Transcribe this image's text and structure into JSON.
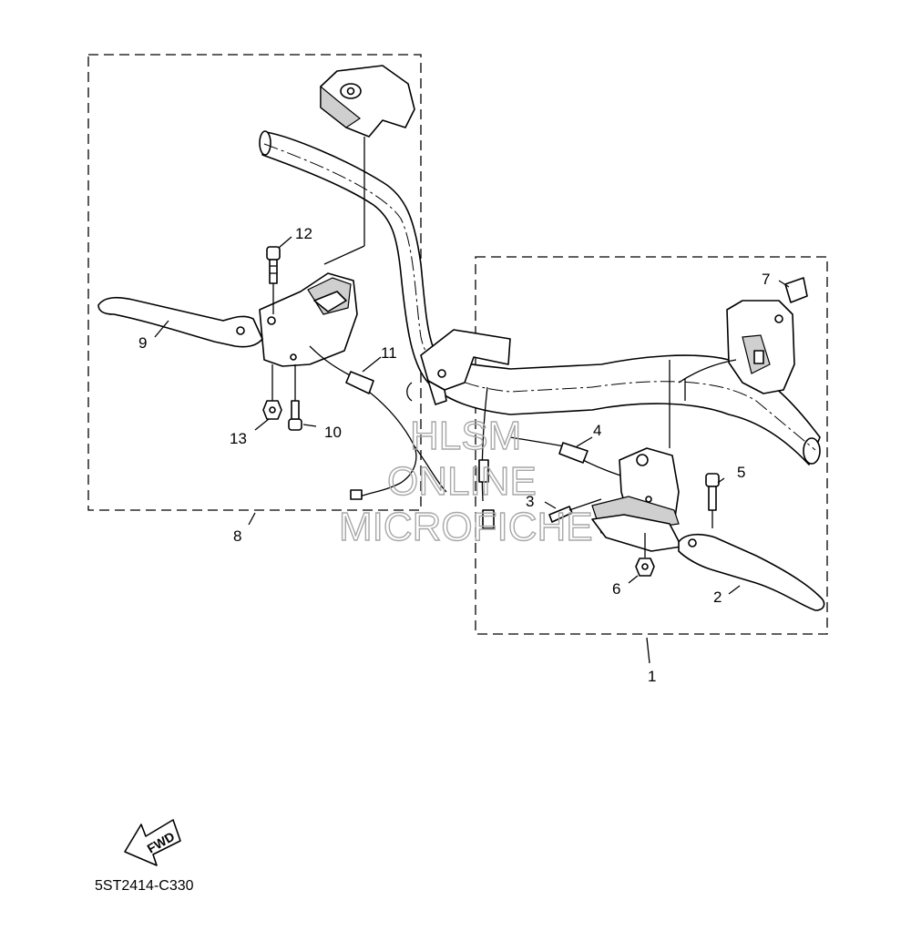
{
  "diagram": {
    "callouts": [
      "1",
      "2",
      "3",
      "4",
      "5",
      "6",
      "7",
      "8",
      "9",
      "10",
      "11",
      "12",
      "13"
    ],
    "drawing_number": "5ST2414-C330",
    "fwd_label": "FWD",
    "watermark": [
      "HLSM",
      "ONLINE",
      "MICROFICHE"
    ]
  }
}
